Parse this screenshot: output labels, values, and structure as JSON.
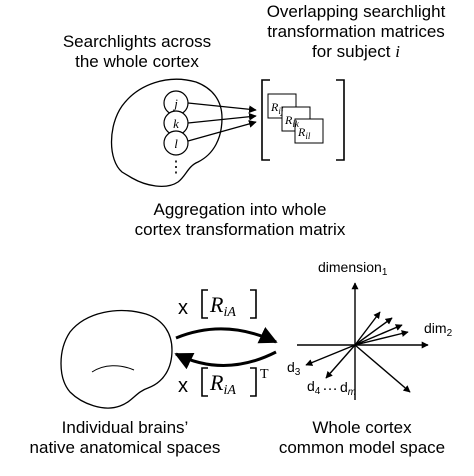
{
  "top": {
    "left_caption": [
      "Searchlights across",
      "the whole cortex"
    ],
    "right_caption": [
      "Overlapping searchlight",
      "transformation matrices"
    ],
    "right_caption_line3_prefix": "for subject ",
    "right_caption_line3_var": "i",
    "searchlights": [
      "j",
      "k",
      "l"
    ],
    "ellipsis": "⋮",
    "matrices": [
      {
        "base": "R",
        "sub": "ij"
      },
      {
        "base": "R",
        "sub": "ik"
      },
      {
        "base": "R",
        "sub": "il"
      }
    ]
  },
  "middle": {
    "caption": [
      "Aggregation into whole",
      "cortex transformation matrix"
    ]
  },
  "bottom": {
    "forward_label": {
      "mult": "x",
      "base": "R",
      "sub": "iA"
    },
    "backward_label": {
      "mult": "x",
      "base": "R",
      "sub": "iA",
      "sup": "T"
    },
    "axes": {
      "dimension1": {
        "base": "dimension",
        "sub": "1"
      },
      "dim2": {
        "base": "dim",
        "sub": "2"
      },
      "d3": {
        "base": "d",
        "sub": "3"
      },
      "d4": {
        "base": "d",
        "sub": "4"
      },
      "dots": "…",
      "dm": {
        "base": "d",
        "sub": "m"
      }
    },
    "left_caption": [
      "Individual brains’",
      "native anatomical spaces"
    ],
    "right_caption": [
      "Whole cortex",
      "common model space"
    ]
  },
  "colors": {
    "stroke": "#000000",
    "background": "#ffffff"
  }
}
